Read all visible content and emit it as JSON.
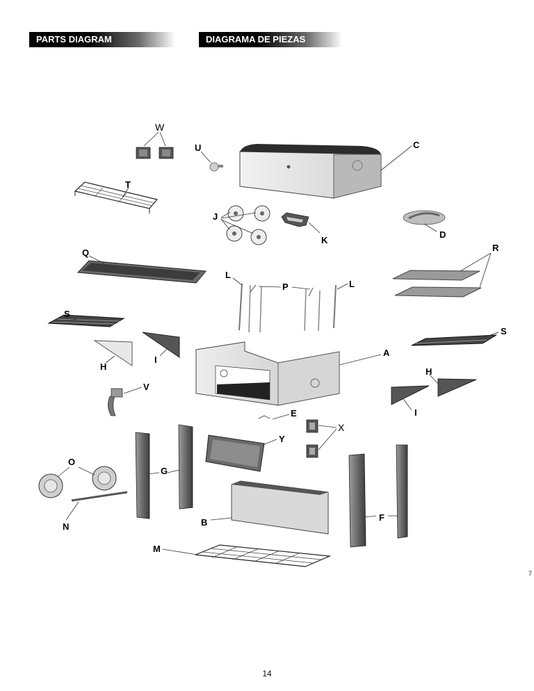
{
  "header": {
    "title_en": "PARTS DIAGRAM",
    "title_es": "DIAGRAMA DE PIEZAS"
  },
  "parts": {
    "A": "A",
    "B": "B",
    "C": "C",
    "D": "D",
    "E": "E",
    "F": "F",
    "G": "G",
    "H1": "H",
    "H2": "H",
    "I1": "I",
    "I2": "I",
    "J": "J",
    "K": "K",
    "L1": "L",
    "L2": "L",
    "M": "M",
    "N": "N",
    "O": "O",
    "P": "P",
    "Q": "Q",
    "R": "R",
    "S1": "S",
    "S2": "S",
    "T": "T",
    "U": "U",
    "V": "V",
    "W": "W",
    "X": "X",
    "Y": "Y"
  },
  "footer": {
    "page_number": "14",
    "side_number": "7"
  }
}
